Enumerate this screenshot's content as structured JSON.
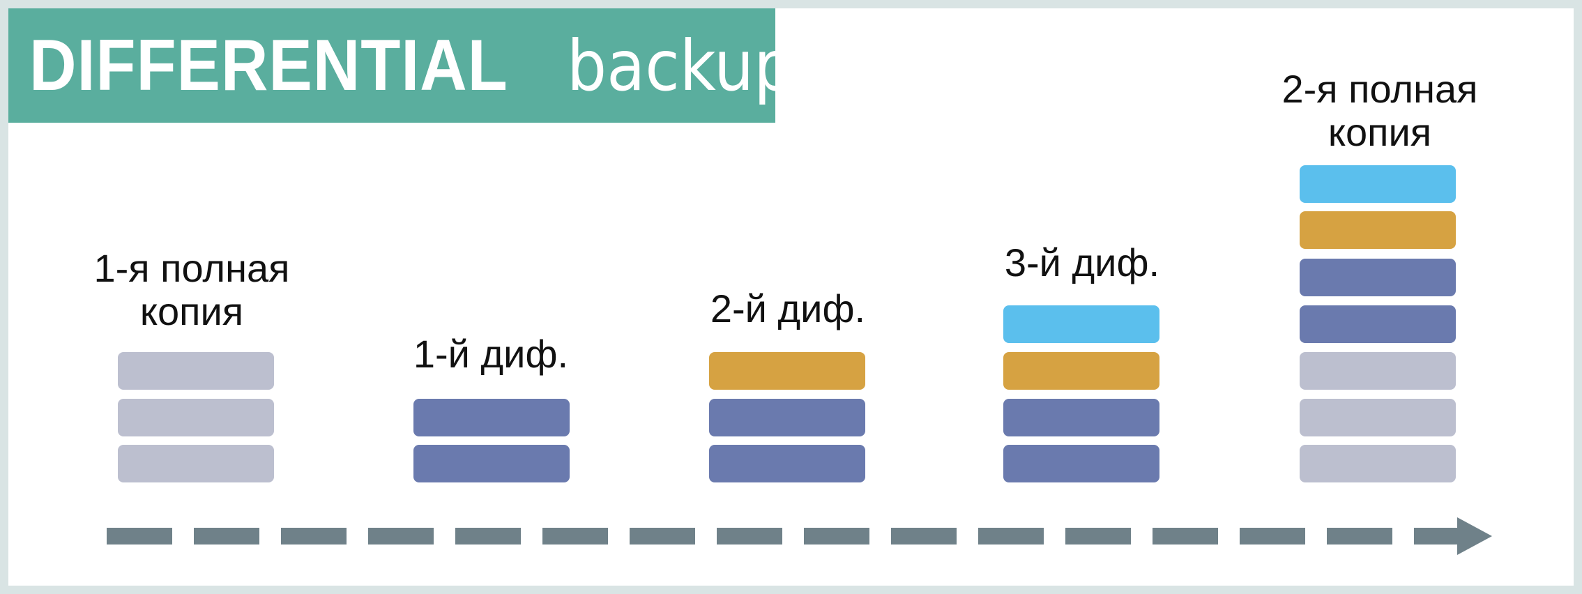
{
  "title": {
    "bold": "DIFFERENTIAL",
    "light": "backup"
  },
  "colors": {
    "banner": "#5aae9e",
    "full_base": "#bcbfcf",
    "diff_1": "#6a7aae",
    "diff_2": "#d6a242",
    "diff_3": "#5bbfed",
    "timeline": "#6f8189"
  },
  "stages": [
    {
      "label": "1-я полная копия"
    },
    {
      "label": "1-й диф."
    },
    {
      "label": "2-й диф."
    },
    {
      "label": "3-й диф."
    },
    {
      "label": "2-я полная копия"
    }
  ],
  "timeline": {
    "direction": "right",
    "arrow_icon": "arrow-right-icon"
  }
}
